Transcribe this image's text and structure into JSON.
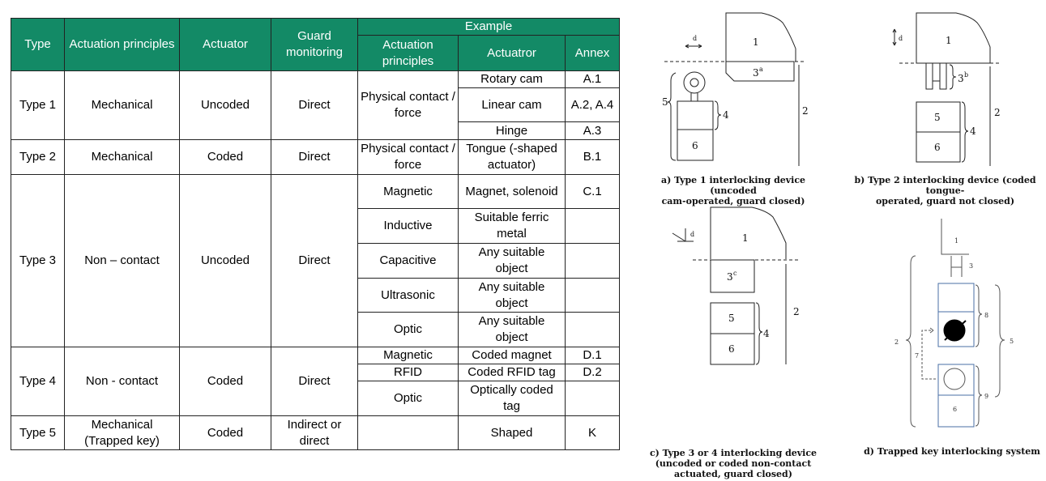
{
  "table": {
    "headers": {
      "type": "Type",
      "actuation_principles": "Actuation principles",
      "actuator": "Actuator",
      "guard_monitoring": "Guard monitoring",
      "example": "Example",
      "ex_actuation_principles": "Actuation principles",
      "ex_actuator": "Actuatror",
      "annex": "Annex"
    },
    "type1": {
      "type": "Type 1",
      "principle": "Mechanical",
      "actuator": "Uncoded",
      "guard": "Direct",
      "ex_principle": "Physical contact / force",
      "rows": [
        {
          "actuator": "Rotary cam",
          "annex": "A.1"
        },
        {
          "actuator": "Linear cam",
          "annex": "A.2, A.4"
        },
        {
          "actuator": "Hinge",
          "annex": "A.3"
        }
      ]
    },
    "type2": {
      "type": "Type 2",
      "principle": "Mechanical",
      "actuator": "Coded",
      "guard": "Direct",
      "ex_principle": "Physical contact / force",
      "ex_actuator": "Tongue (-shaped actuator)",
      "annex": "B.1"
    },
    "type3": {
      "type": "Type 3",
      "principle": "Non – contact",
      "actuator": "Uncoded",
      "guard": "Direct",
      "rows": [
        {
          "principle": "Magnetic",
          "actuator": "Magnet, solenoid",
          "annex": "C.1"
        },
        {
          "principle": "Inductive",
          "actuator": "Suitable ferric metal",
          "annex": ""
        },
        {
          "principle": "Capacitive",
          "actuator": "Any suitable object",
          "annex": ""
        },
        {
          "principle": "Ultrasonic",
          "actuator": "Any suitable object",
          "annex": ""
        },
        {
          "principle": "Optic",
          "actuator": "Any suitable object",
          "annex": ""
        }
      ]
    },
    "type4": {
      "type": "Type 4",
      "principle": "Non - contact",
      "actuator": "Coded",
      "guard": "Direct",
      "rows": [
        {
          "principle": "Magnetic",
          "actuator": "Coded magnet",
          "annex": "D.1"
        },
        {
          "principle": "RFID",
          "actuator": "Coded RFID tag",
          "annex": "D.2"
        },
        {
          "principle": "Optic",
          "actuator": "Optically coded tag",
          "annex": ""
        }
      ]
    },
    "type5": {
      "type": "Type 5",
      "principle": "Mechanical (Trapped key)",
      "actuator": "Coded",
      "guard": "Indirect or direct",
      "ex_principle": "",
      "ex_actuator": "Shaped",
      "annex": "K"
    }
  },
  "figures": {
    "a": {
      "labels": {
        "part1": "1",
        "part2": "2",
        "part3": "3",
        "part3_sup": "a",
        "part4": "4",
        "part5": "5",
        "part6": "6",
        "d": "d"
      },
      "caption": [
        "a) Type 1 interlocking device (uncoded",
        "cam-operated, guard closed)"
      ]
    },
    "b": {
      "labels": {
        "part1": "1",
        "part2": "2",
        "part3": "3",
        "part3_sup": "b",
        "part4": "4",
        "part5": "5",
        "part6": "6",
        "d": "d"
      },
      "caption": [
        "b) Type 2 interlocking device (coded tongue-",
        "operated, guard not closed)"
      ]
    },
    "c": {
      "labels": {
        "part1": "1",
        "part2": "2",
        "part3": "3",
        "part3_sup": "c",
        "part4": "4",
        "part5": "5",
        "part6": "6",
        "d": "d"
      },
      "caption": [
        "c) Type 3 or 4 interlocking device",
        "(uncoded or coded non-contact",
        "actuated, guard closed)"
      ]
    },
    "d": {
      "labels": {
        "part1": "1",
        "part2": "2",
        "part3": "3",
        "part5": "5",
        "part6": "6",
        "part7": "7",
        "part8": "8",
        "part9": "9"
      },
      "caption": [
        "d) Trapped key interlocking system"
      ]
    }
  },
  "colors": {
    "header_bg": "#138a66",
    "header_text": "#ffffff",
    "line": "#222222",
    "keybox": "#4a6fa5"
  }
}
